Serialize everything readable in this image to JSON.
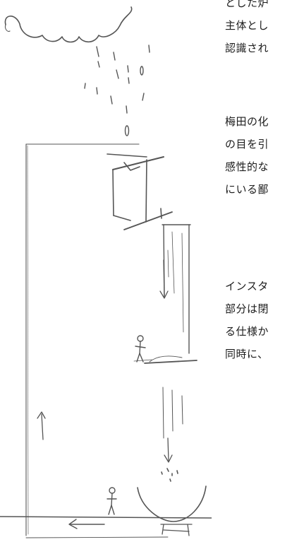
{
  "paragraphs": [
    {
      "lines": [
        "とした炉",
        "主体とし",
        "認識され"
      ]
    },
    {
      "lines": [
        "梅田の化",
        "の目を引",
        "感性的な",
        "にいる鄙"
      ]
    },
    {
      "lines": [
        "インスタ",
        "部分は閉",
        "る仕様か",
        "同時に、"
      ]
    }
  ]
}
